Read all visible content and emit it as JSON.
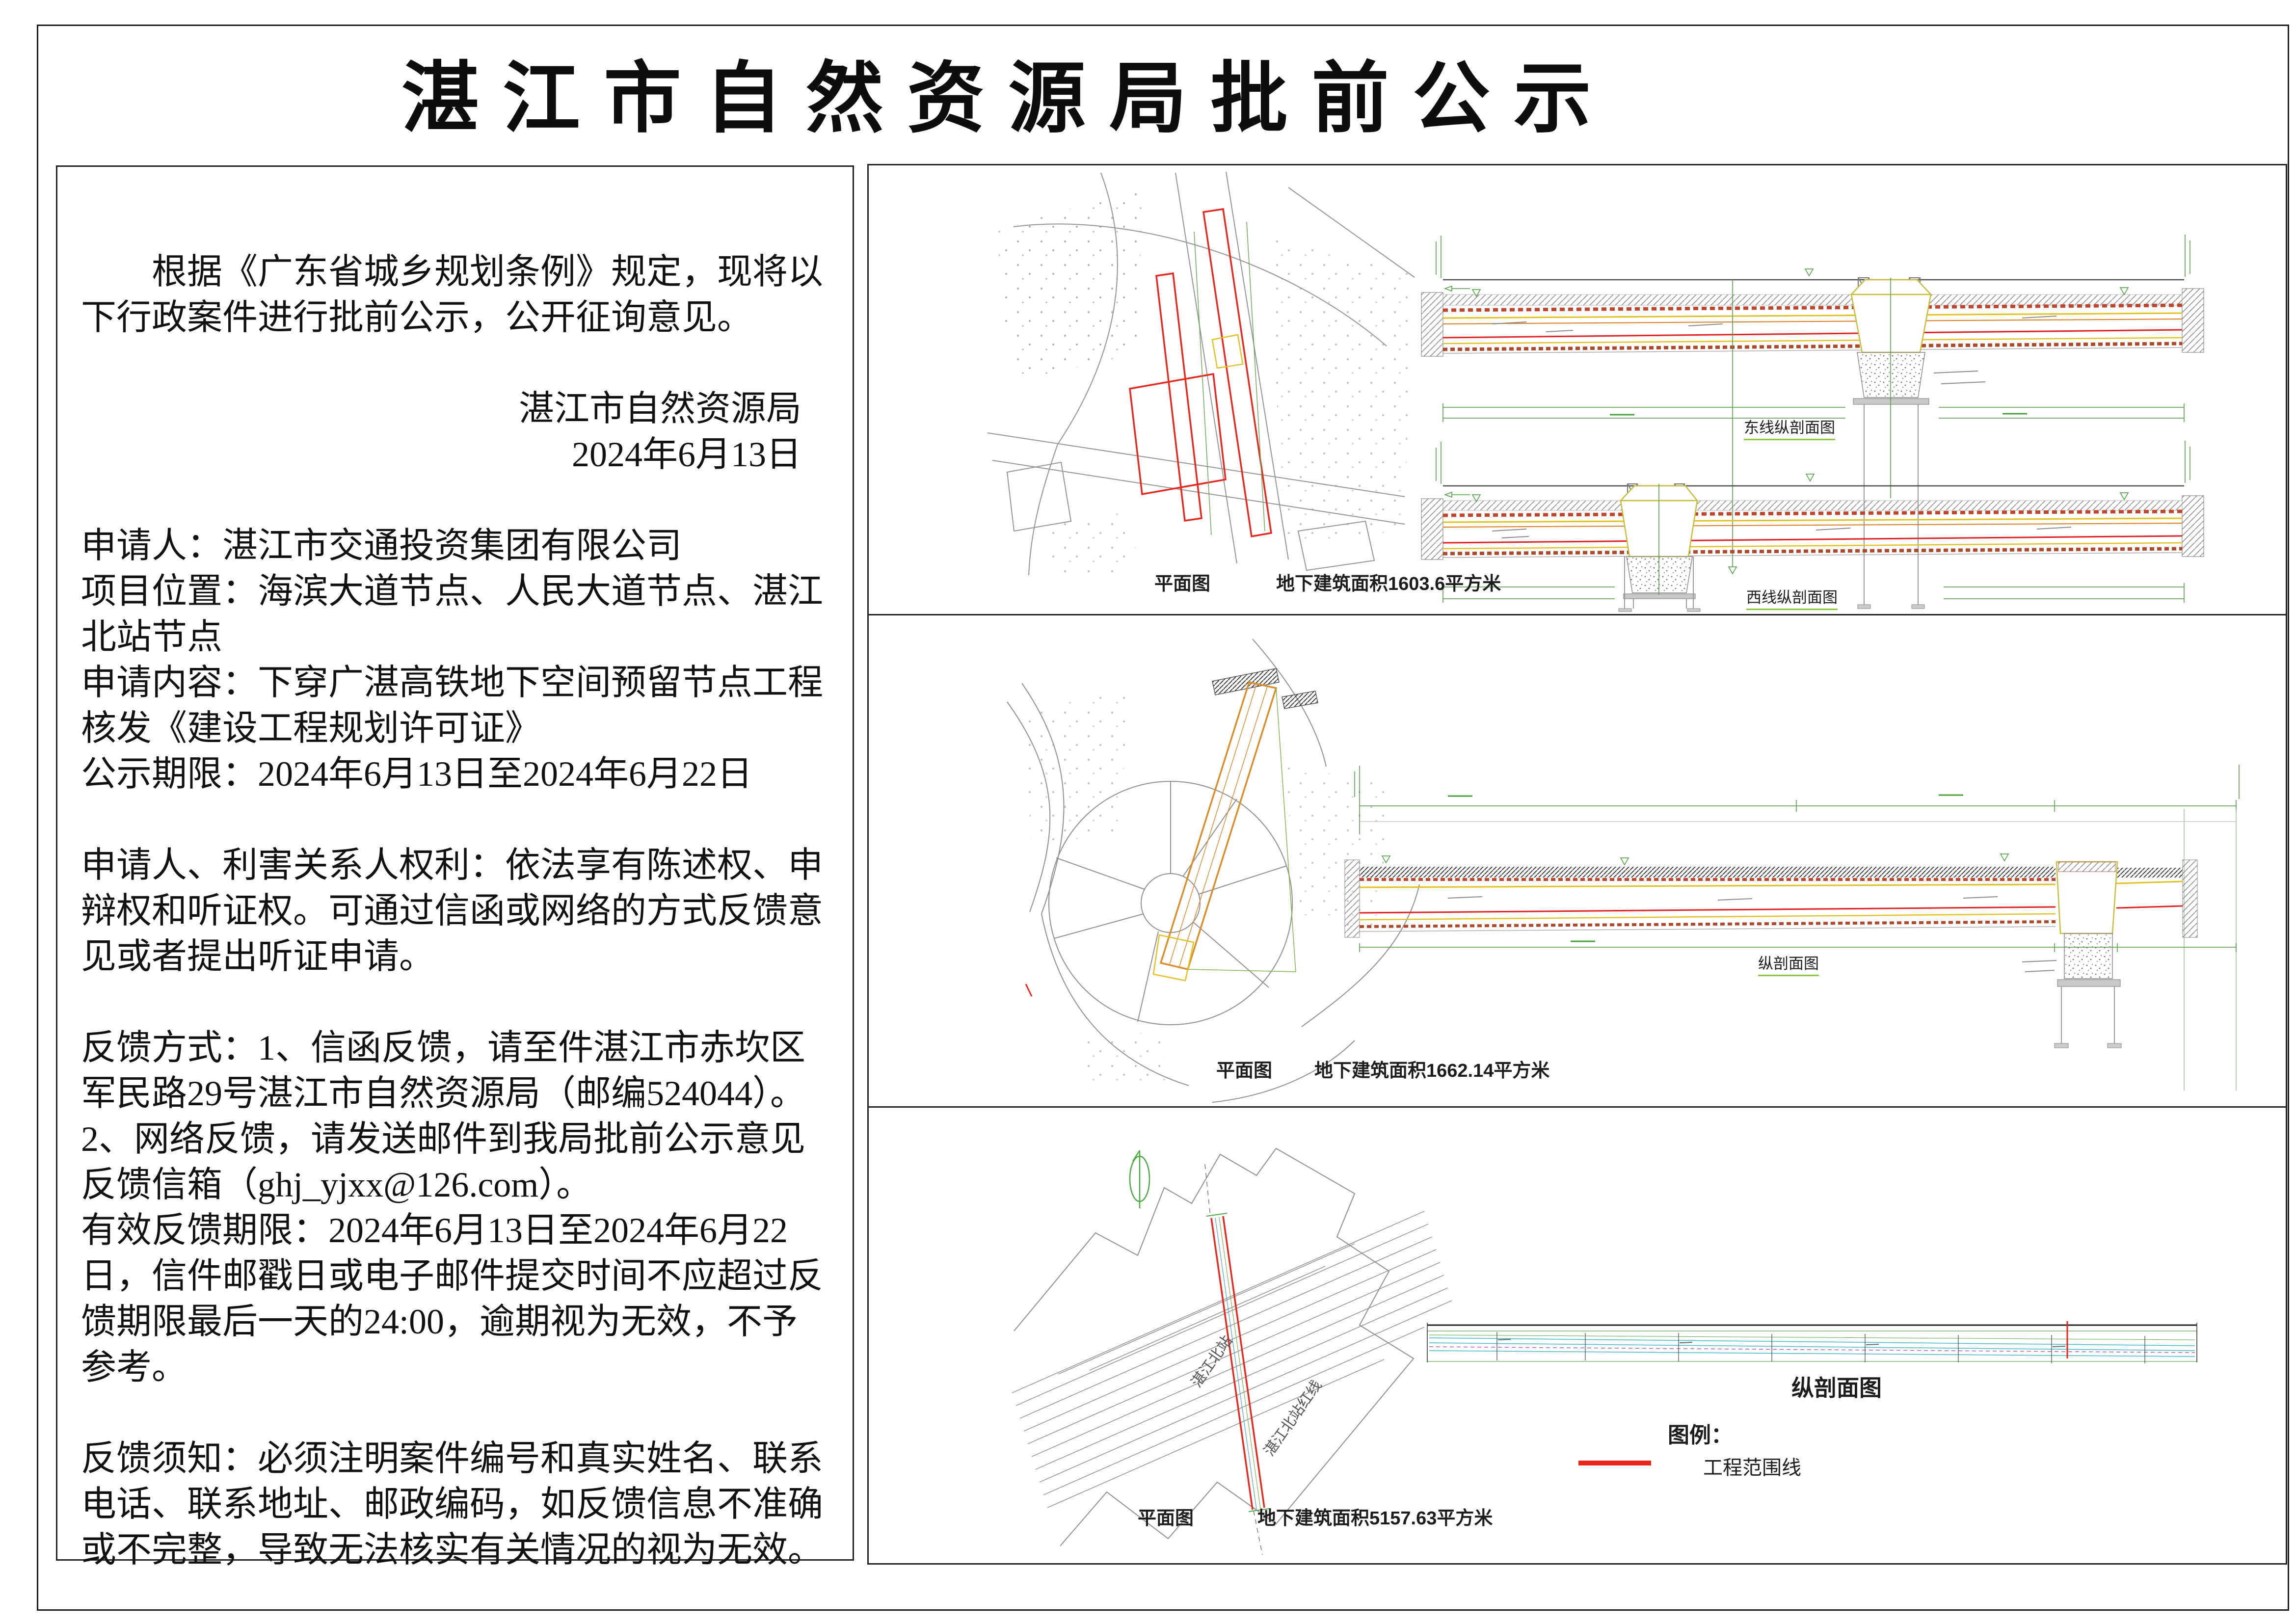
{
  "document": {
    "title": "湛江市自然资源局批前公示",
    "intro": "根据《广东省城乡规划条例》规定，现将以下行政案件进行批前公示，公开征询意见。",
    "signature": {
      "org": "湛江市自然资源局",
      "date": "2024年6月13日"
    },
    "fields": {
      "applicant": "申请人：湛江市交通投资集团有限公司",
      "location": "项目位置：海滨大道节点、人民大道节点、湛江北站节点",
      "content": "申请内容：下穿广湛高铁地下空间预留节点工程核发《建设工程规划许可证》",
      "publicity_period": "公示期限：2024年6月13日至2024年6月22日"
    },
    "rights": "申请人、利害关系人权利：依法享有陈述权、申辩权和听证权。可通过信函或网络的方式反馈意见或者提出听证申请。",
    "feedback_methods": "反馈方式：1、信函反馈，请至件湛江市赤坎区军民路29号湛江市自然资源局（邮编524044）。2、网络反馈，请发送邮件到我局批前公示意见反馈信箱（ghj_yjxx@126.com）。",
    "feedback_deadline": "有效反馈期限：2024年6月13日至2024年6月22日，信件邮戳日或电子邮件提交时间不应超过反馈期限最后一天的24:00，逾期视为无效，不予参考。",
    "feedback_notes": "反馈须知：必须注明案件编号和真实姓名、联系电话、联系地址、邮政编码，如反馈信息不准确或不完整，导致无法核实有关情况的视为无效。"
  },
  "drawings": {
    "panel1": {
      "plan_label": "平面图",
      "area_label": "地下建筑面积1603.6平方米",
      "east_section_label": "东线纵剖面图",
      "west_section_label": "西线纵剖面图"
    },
    "panel2": {
      "plan_label": "平面图",
      "area_label": "地下建筑面积1662.14平方米",
      "section_label": "纵剖面图"
    },
    "panel3": {
      "plan_label": "平面图",
      "area_label": "地下建筑面积5157.63平方米",
      "section_title": "纵剖面图",
      "station_label": "湛江北站",
      "station_boundary_label": "湛江北站红线"
    }
  },
  "legend": {
    "title": "图例：",
    "items": [
      {
        "label": "工程范围线",
        "color": "#e8281e"
      }
    ]
  },
  "colors": {
    "project_boundary_red": "#e8281e",
    "corridor_orange": "#d98e2b",
    "dimension_green": "#4a9e3c",
    "section_yellow": "#e3c022",
    "rail_cyan": "#3fb7c7"
  }
}
